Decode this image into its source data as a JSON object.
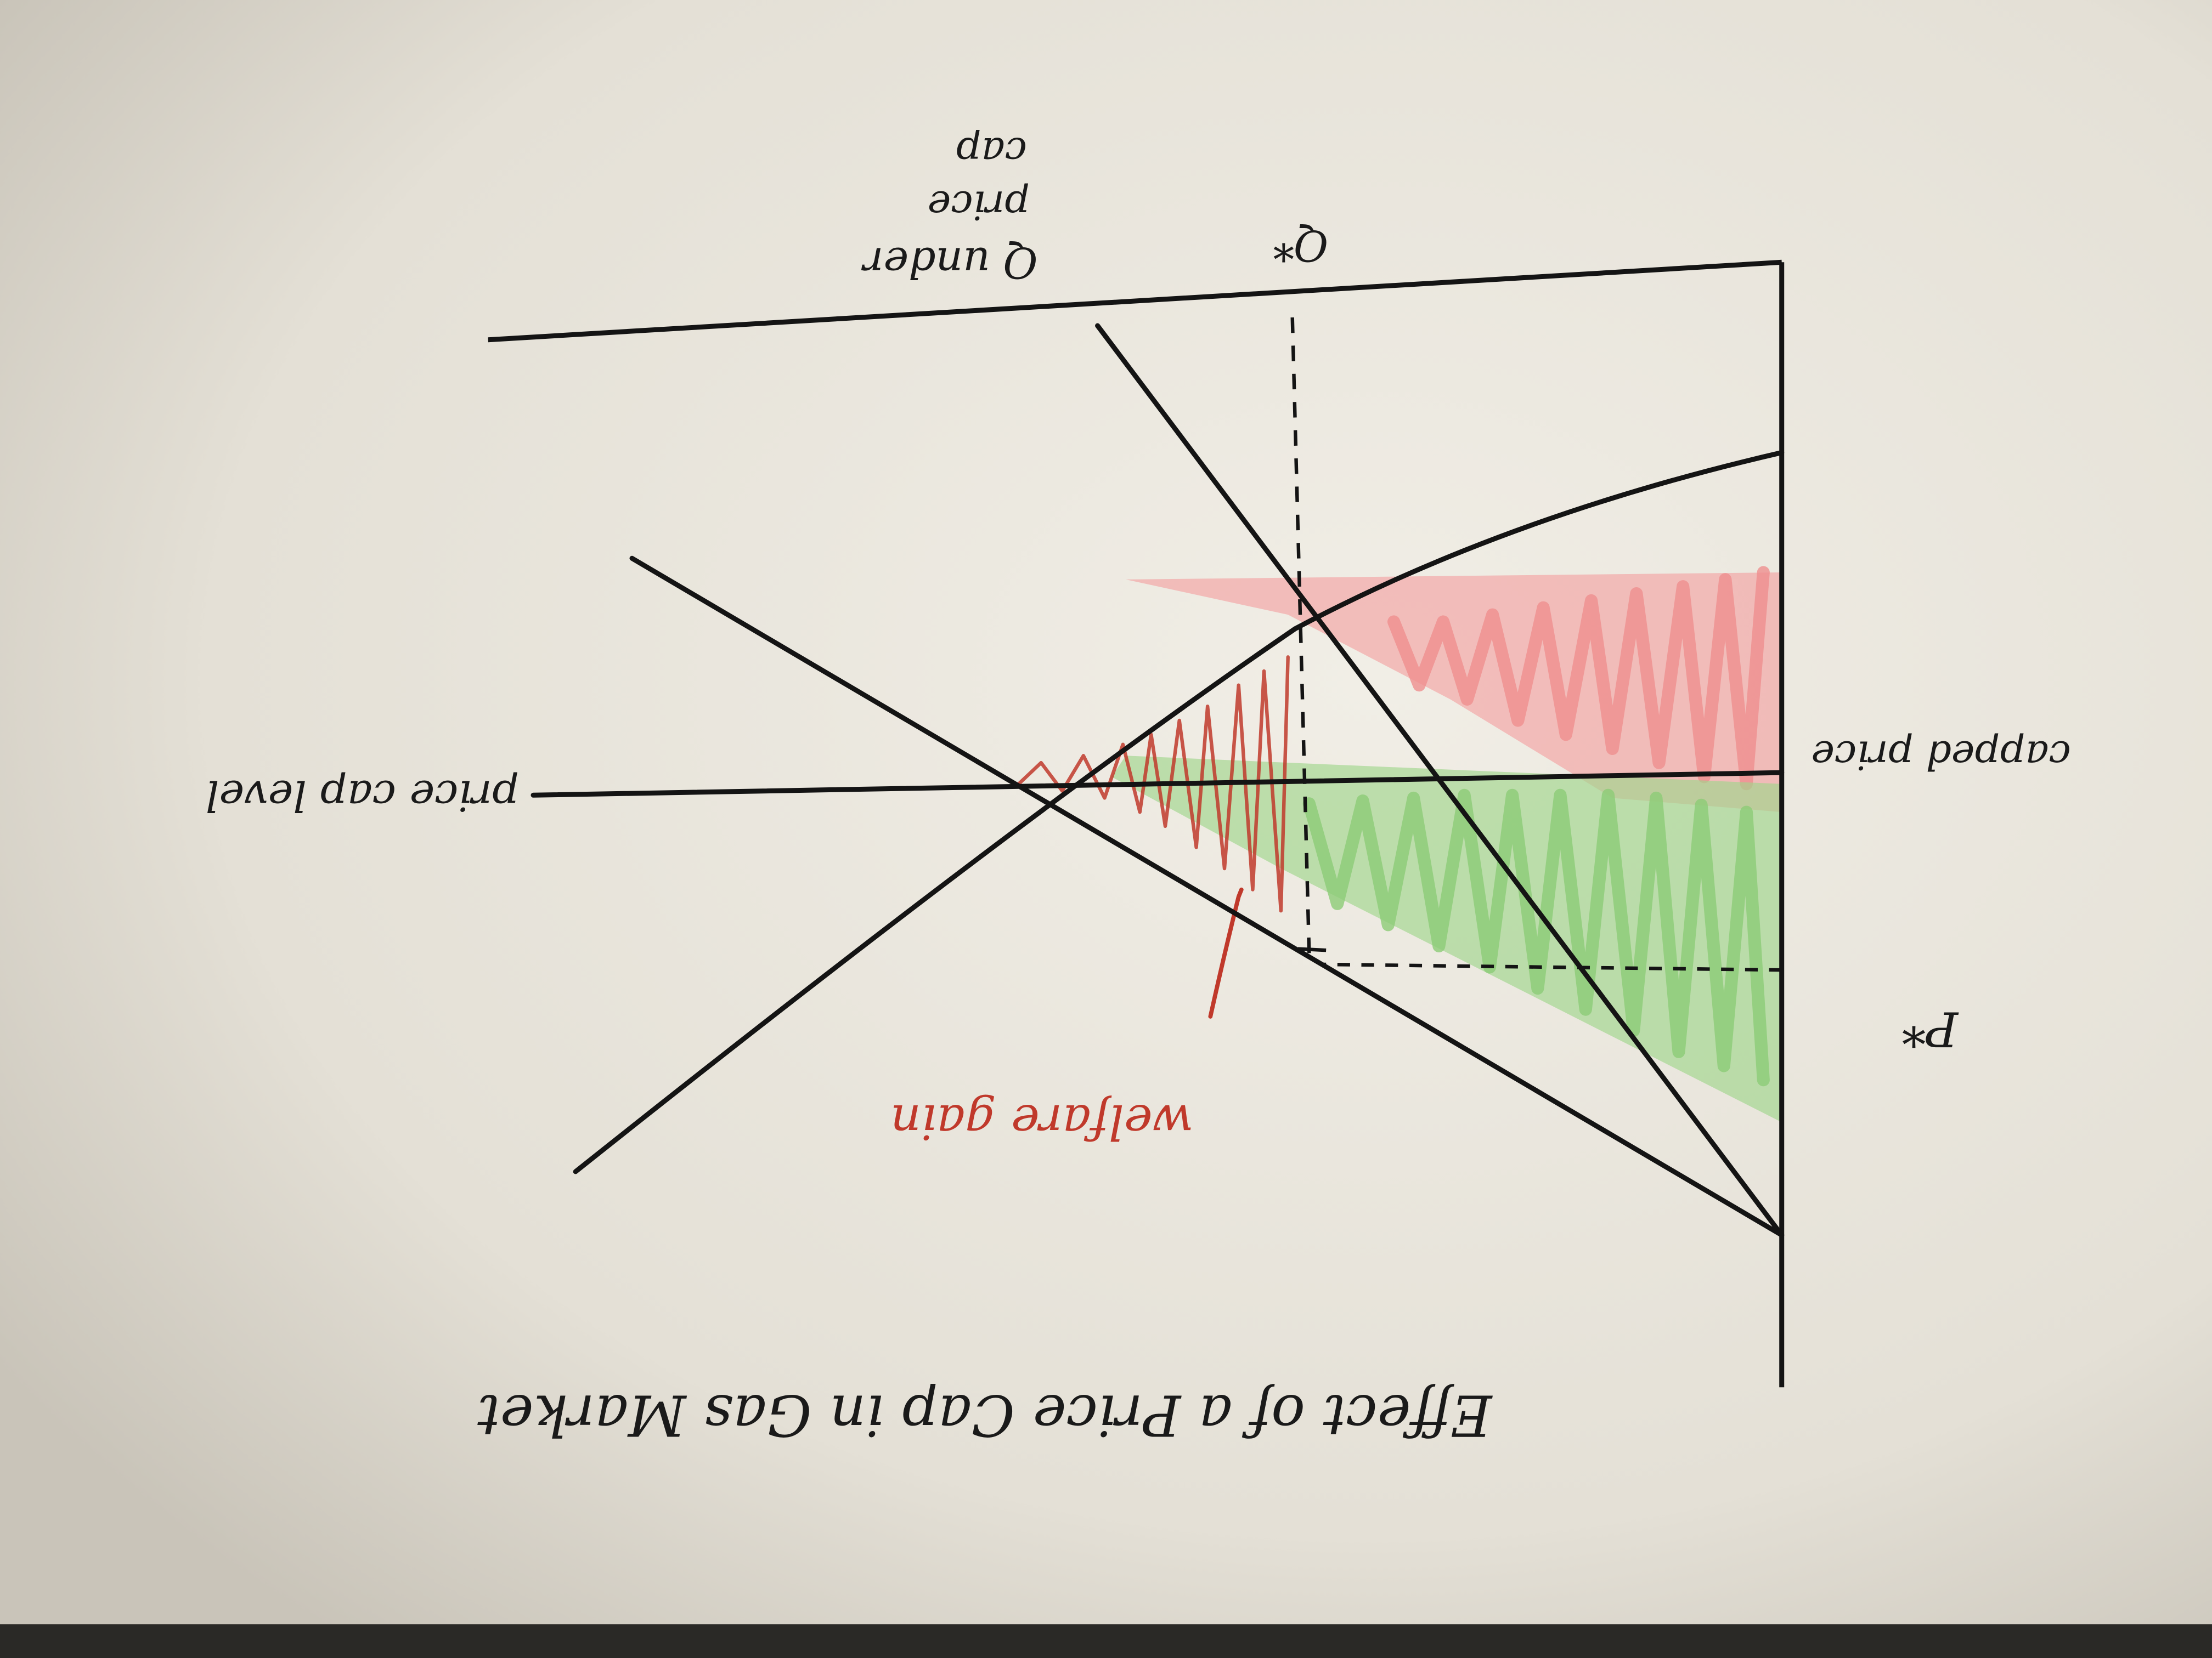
{
  "title": "Effect of a Price Cap in Gas Market",
  "labels": {
    "price_cap_level": "price cap level",
    "capped_price": "capped price",
    "p_star": "P*",
    "q_star": "Q*",
    "q_under_price_cap": [
      "Q under",
      "price",
      "cap"
    ],
    "welfare_gain": "welfare gain"
  },
  "colors": {
    "paper": "#e9e5dc",
    "ink": "#141414",
    "red_marker": "#c0392b",
    "pink_shading": "#f2a3a3",
    "green_shading": "#9fd68c"
  }
}
